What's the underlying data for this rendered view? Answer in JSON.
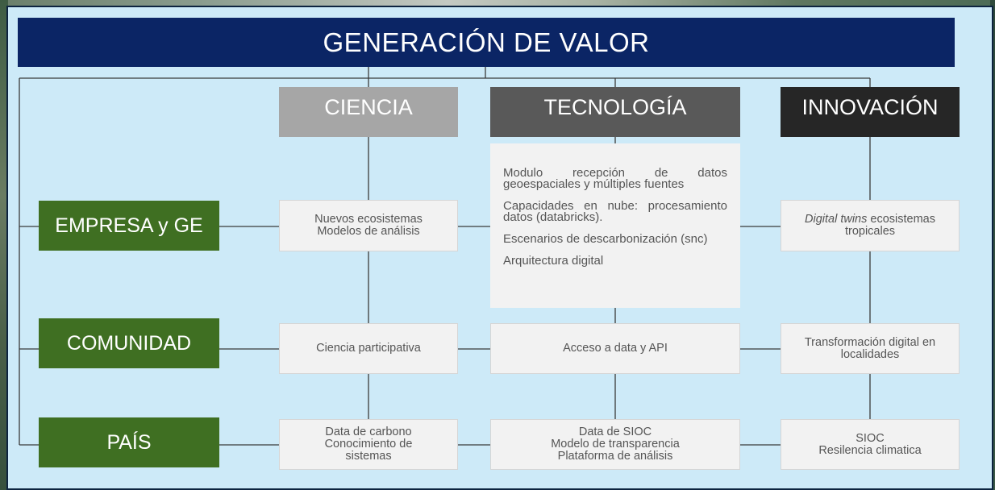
{
  "title": "GENERACIÓN DE VALOR",
  "columns": {
    "ciencia": {
      "label": "CIENCIA",
      "color": "#a6a6a6"
    },
    "tecnologia": {
      "label": "TECNOLOGÍA",
      "color": "#595959"
    },
    "innovacion": {
      "label": "INNOVACIÓN",
      "color": "#262626"
    }
  },
  "rows": {
    "empresa": {
      "label": "EMPRESA y GE"
    },
    "comunidad": {
      "label": "COMUNIDAD"
    },
    "pais": {
      "label": "PAÍS"
    }
  },
  "cells": {
    "empresa_ciencia": [
      "Nuevos ecosistemas",
      "Modelos de análisis"
    ],
    "empresa_tecnologia": {
      "item1_line1": "Modulo recepción de datos",
      "item1_line2": "geoespaciales y múltiples fuentes",
      "item2_line1": "Capacidades en nube: procesamiento",
      "item2_line2": "datos (databricks).",
      "item3": "Escenarios de descarbonización (snc)",
      "item4": "Arquitectura digital"
    },
    "empresa_innovacion": {
      "italic": "Digital twins",
      "rest": " ecosistemas",
      "line2": "tropicales"
    },
    "comunidad_ciencia": [
      "Ciencia participativa"
    ],
    "comunidad_tecnologia": [
      "Acceso a data y API"
    ],
    "comunidad_innovacion": [
      "Transformación digital en",
      "localidades"
    ],
    "pais_ciencia": [
      "Data de carbono",
      "Conocimiento de",
      "sistemas"
    ],
    "pais_tecnologia": [
      "Data de SIOC",
      "Modelo de transparencia",
      "Plataforma de análisis"
    ],
    "pais_innovacion": [
      "SIOC",
      "Resilencia climatica"
    ]
  },
  "colors": {
    "title_bg": "#0b2565",
    "row_header_bg": "#3f6f22",
    "panel_bg": "#cdeaf8",
    "cell_bg": "#f2f2f2",
    "connector": "#3a3a3a"
  }
}
